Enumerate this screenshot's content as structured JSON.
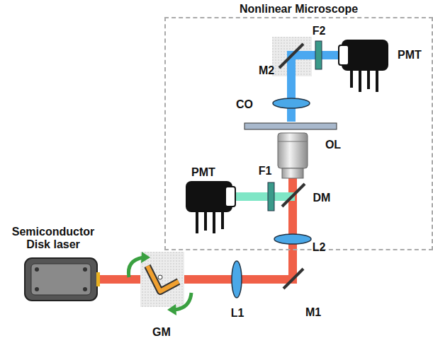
{
  "diagram": {
    "nodes": [
      {
        "text": [
          "Nonlinear Microscope"
        ]
      }
    ],
    "labels": [
      "Semiconductor Disk laser",
      "GM",
      "L1",
      "M1",
      "L2",
      "DM",
      "F1",
      "PMT",
      "OL",
      "CO",
      "M2",
      "F2",
      "PMT"
    ]
  }
}
